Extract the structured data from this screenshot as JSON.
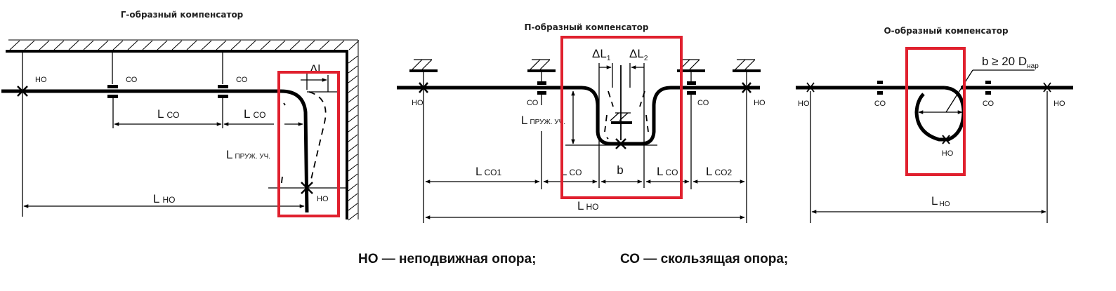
{
  "diagrams": {
    "g_shape": {
      "title": "Г-образный компенсатор",
      "labels": {
        "fixed_support_left": "НО",
        "sliding_support_1": "СО",
        "sliding_support_2": "СО",
        "fixed_support_bottom": "НО",
        "delta": "Δl",
        "l_main": "L",
        "l_co_1_sub": "CO",
        "l_co_2_sub": "CO",
        "l_spring_sub": "ПРУЖ. УЧ.",
        "l_no_sub": "НО"
      }
    },
    "p_shape": {
      "title": "П-образный компенсатор",
      "labels": {
        "fixed_support_left": "НО",
        "sliding_support_left": "СО",
        "sliding_support_right": "СО",
        "fixed_support_right": "НО",
        "delta_l1": "ΔL",
        "delta_l1_sub": "1",
        "delta_l2": "ΔL",
        "delta_l2_sub": "2",
        "l_main": "L",
        "l_spring_sub": "ПРУЖ. УЧ.",
        "l_co1_sub": "CO1",
        "l_co_left_sub": "CO",
        "b": "b",
        "l_co_right_sub": "CO",
        "l_co2_sub": "CO2",
        "l_no_sub": "НО"
      }
    },
    "o_shape": {
      "title": "О-образный компенсатор",
      "labels": {
        "fixed_support_left": "НО",
        "sliding_support_left": "СО",
        "sliding_support_right": "СО",
        "fixed_support_right": "НО",
        "fixed_support_loop": "НО",
        "b_condition": "b ≥ 20 D",
        "b_condition_sub": "нар",
        "l_main": "L",
        "l_no_sub": "НО"
      }
    }
  },
  "legend": {
    "fixed": "НО — неподвижная опора;",
    "sliding": "СО — скользящая опора;"
  },
  "colors": {
    "highlight": "#e0202e",
    "line": "#000000"
  }
}
